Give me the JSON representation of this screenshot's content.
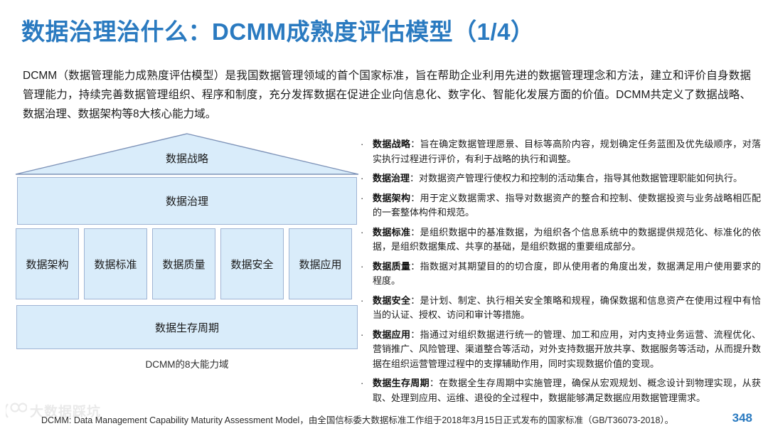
{
  "slide": {
    "title": "数据治理治什么：DCMM成熟度评估模型（1/4）",
    "page_number": "348",
    "title_color": "#2a7ac0",
    "box_fill_color": "#d9ecfa",
    "box_border_color": "#9fb4d4"
  },
  "intro": {
    "paragraph": "DCMM（数据管理能力成熟度评估模型）是我国数据管理领域的首个国家标准，旨在帮助企业利用先进的数据管理理念和方法，建立和评价自身数据管理能力，持续完善数据管理组织、程序和制度，充分发挥数据在促进企业向信息化、数字化、智能化发展方面的价值。DCMM共定义了数据战略、数据治理、数据架构等8大核心能力域。"
  },
  "diagram": {
    "caption": "DCMM的8大能力域",
    "roof": "数据战略",
    "governance": "数据治理",
    "pillars": [
      "数据架构",
      "数据标准",
      "数据质量",
      "数据安全",
      "数据应用"
    ],
    "base": "数据生存周期"
  },
  "definitions": {
    "bullet_glyph": "·",
    "items": [
      {
        "term": "数据战略",
        "separator": "：",
        "description": "旨在确定数据管理愿景、目标等高阶内容，规划确定任务蓝图及优先级顺序，对落实执行过程进行评价，有利于战略的执行和调整。"
      },
      {
        "term": "数据治理",
        "separator": "：",
        "description": "对数据资产管理行使权力和控制的活动集合，指导其他数据管理职能如何执行。"
      },
      {
        "term": "数据架构",
        "separator": "：",
        "description": "用于定义数据需求、指导对数据资产的整合和控制、使数据投资与业务战略相匹配的一套整体构件和规范。"
      },
      {
        "term": "数据标准",
        "separator": "：",
        "description": "是组织数据中的基准数据，为组织各个信息系统中的数据提供规范化、标准化的依据，是组织数据集成、共享的基础，是组织数据的重要组成部分。"
      },
      {
        "term": "数据质量",
        "separator": "：",
        "description": "指数据对其期望目的的切合度，即从使用者的角度出发，数据满足用户使用要求的程度。"
      },
      {
        "term": "数据安全",
        "separator": "：",
        "description": "是计划、制定、执行相关安全策略和规程，确保数据和信息资产在使用过程中有恰当的认证、授权、访问和审计等措施。"
      },
      {
        "term": "数据应用",
        "separator": "：",
        "description": "指通过对组织数据进行统一的管理、加工和应用，对内支持业务运营、流程优化、营销推广、风险管理、渠道整合等活动，对外支持数据开放共享、数据服务等活动，从而提升数据在组织运营管理过程中的支撑辅助作用，同时实现数据价值的变现。"
      },
      {
        "term": "数据生存周期",
        "separator": "：",
        "description": "在数据全生存周期中实施管理，确保从宏观规划、概念设计到物理实现，从获取、处理到应用、运维、退役的全过程中，数据能够满足数据应用数据管理需求。"
      }
    ]
  },
  "footer": {
    "note": "DCMM: Data Management Capability Maturity Assessment Model，由全国信标委大数据标准工作组于2018年3月15日正式发布的国家标准（GB/T36073-2018）。",
    "watermark_text": "大数据踩坑"
  }
}
